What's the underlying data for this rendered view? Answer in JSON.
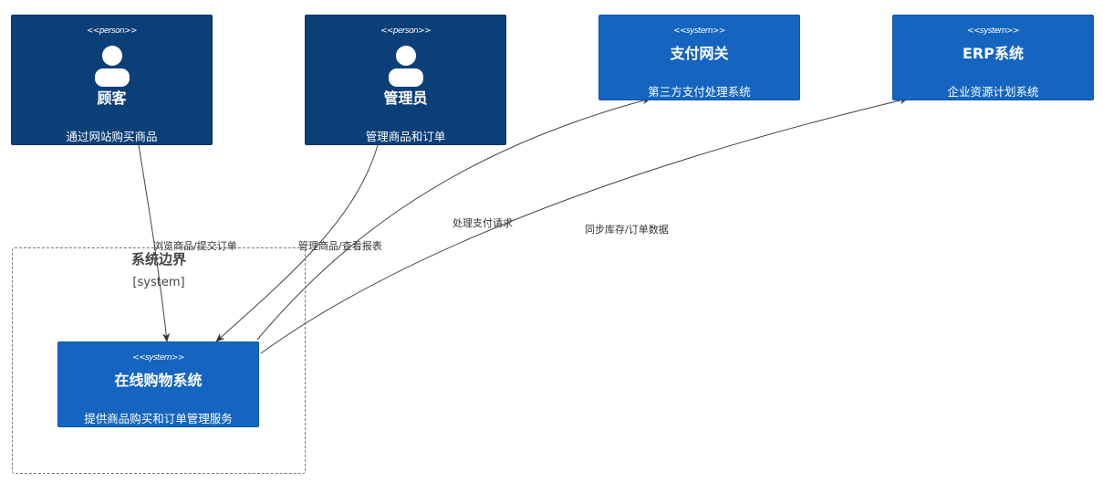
{
  "nodes": {
    "customer": {
      "stereotype": "<<person>>",
      "title": "顾客",
      "description": "通过网站购买商品"
    },
    "admin": {
      "stereotype": "<<person>>",
      "title": "管理员",
      "description": "管理商品和订单"
    },
    "payment": {
      "stereotype": "<<system>>",
      "title": "支付网关",
      "description": "第三方支付处理系统"
    },
    "erp": {
      "stereotype": "<<system>>",
      "title": "ERP系统",
      "description": "企业资源计划系统"
    },
    "shop": {
      "stereotype": "<<system>>",
      "title": "在线购物系统",
      "description": "提供商品购买和订单管理服务"
    }
  },
  "boundary": {
    "title": "系统边界",
    "type": "[system]"
  },
  "edges": {
    "customer_to_shop": "浏览商品/提交订单",
    "admin_to_shop": "管理商品/查看报表",
    "shop_to_payment": "处理支付请求",
    "shop_to_erp": "同步库存/订单数据"
  },
  "colors": {
    "person": "#0b3f78",
    "system": "#1565c0",
    "edge": "#444444",
    "boundary": "#777777"
  }
}
